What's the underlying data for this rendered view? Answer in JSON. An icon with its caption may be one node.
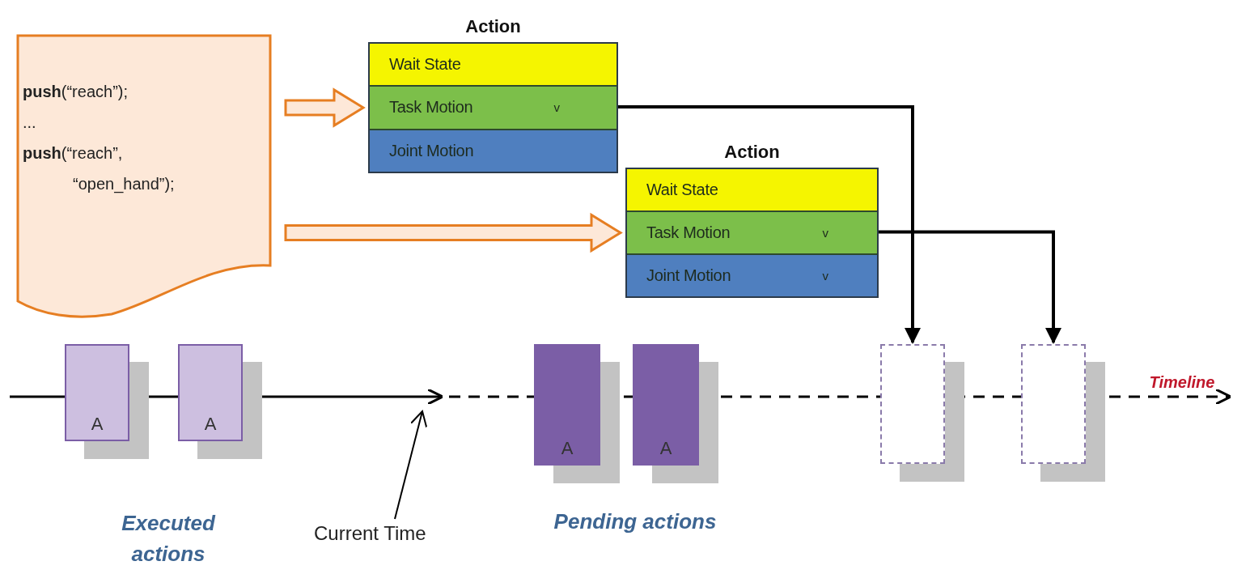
{
  "diagram": {
    "nodes": [
      {
        "text": [
          "**push**(“reach”);",
          "...",
          "**push**(“reach”, “open_hand”);"
        ]
      },
      {
        "text": [
          "Action"
        ]
      },
      {
        "text": [
          "Wait State"
        ],
        "in": 1
      },
      {
        "text": [
          "Task Motion",
          "v"
        ],
        "in": 1
      },
      {
        "text": [
          "Joint Motion"
        ],
        "in": 1
      },
      {
        "text": [
          "Action"
        ]
      },
      {
        "text": [
          "Wait State"
        ],
        "in": 5
      },
      {
        "text": [
          "Task Motion",
          "v"
        ],
        "in": 5
      },
      {
        "text": [
          "Joint Motion",
          "v"
        ],
        "in": 5
      },
      {
        "text": [
          "A"
        ]
      },
      {
        "text": [
          "A"
        ]
      },
      {
        "text": [
          "A"
        ]
      },
      {
        "text": [
          "A"
        ]
      },
      {
        "text": [],
        "shape": "box"
      },
      {
        "text": [],
        "shape": "box"
      },
      {
        "text": [
          "Current Time"
        ]
      }
    ],
    "edges": [
      {
        "from": 0,
        "to": 1,
        "arrow": "to",
        "style": "thick",
        "color": "#e67e22"
      },
      {
        "from": 0,
        "to": 5,
        "arrow": "to",
        "style": "thick",
        "color": "#e67e22"
      },
      {
        "from": 3,
        "to": 13,
        "arrow": "to"
      },
      {
        "from": 7,
        "to": 14,
        "arrow": "to"
      },
      {
        "from": 15,
        "to": null,
        "arrow": "to"
      }
    ],
    "labels": [
      "Executed actions",
      "Pending actions",
      "Timeline"
    ]
  }
}
